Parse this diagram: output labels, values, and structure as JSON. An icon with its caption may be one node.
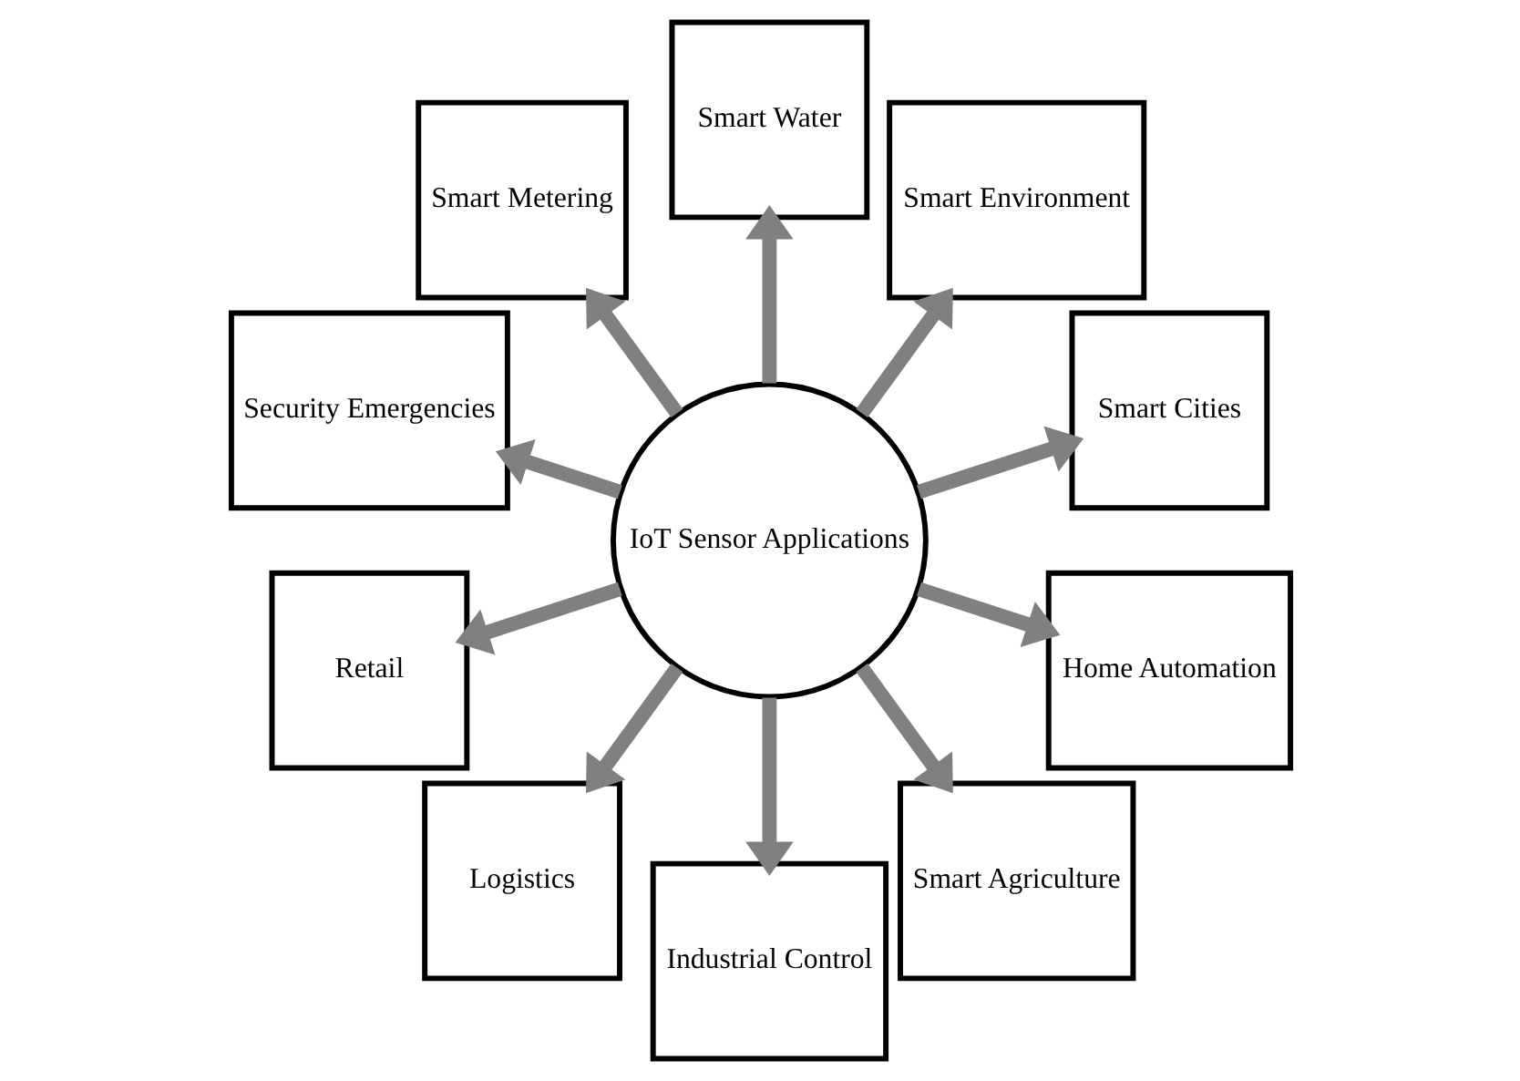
{
  "diagram": {
    "nodes": [
      {
        "text": [
          "IoT Sensor Applications"
        ]
      },
      {
        "text": [
          "Smart Cities"
        ]
      },
      {
        "text": [
          "Smart Environment"
        ]
      },
      {
        "text": [
          "Smart Water"
        ]
      },
      {
        "text": [
          "Smart Metering"
        ]
      },
      {
        "text": [
          "Security Emergencies"
        ]
      },
      {
        "text": [
          "Retail"
        ]
      },
      {
        "text": [
          "Logistics"
        ]
      },
      {
        "text": [
          "Industrial Control"
        ]
      },
      {
        "text": [
          "Smart Agriculture"
        ]
      },
      {
        "text": [
          "Home Automation"
        ]
      }
    ],
    "edges": [
      {
        "from": 0,
        "to": 1,
        "arrow": "to"
      },
      {
        "from": 0,
        "to": 2,
        "arrow": "to"
      },
      {
        "from": 0,
        "to": 3,
        "arrow": "to"
      },
      {
        "from": 0,
        "to": 4,
        "arrow": "to"
      },
      {
        "from": 0,
        "to": 5,
        "arrow": "to"
      },
      {
        "from": 0,
        "to": 6,
        "arrow": "to"
      },
      {
        "from": 0,
        "to": 7,
        "arrow": "to"
      },
      {
        "from": 0,
        "to": 8,
        "arrow": "to"
      },
      {
        "from": 0,
        "to": 9,
        "arrow": "to"
      },
      {
        "from": 0,
        "to": 10,
        "arrow": "to"
      }
    ]
  }
}
